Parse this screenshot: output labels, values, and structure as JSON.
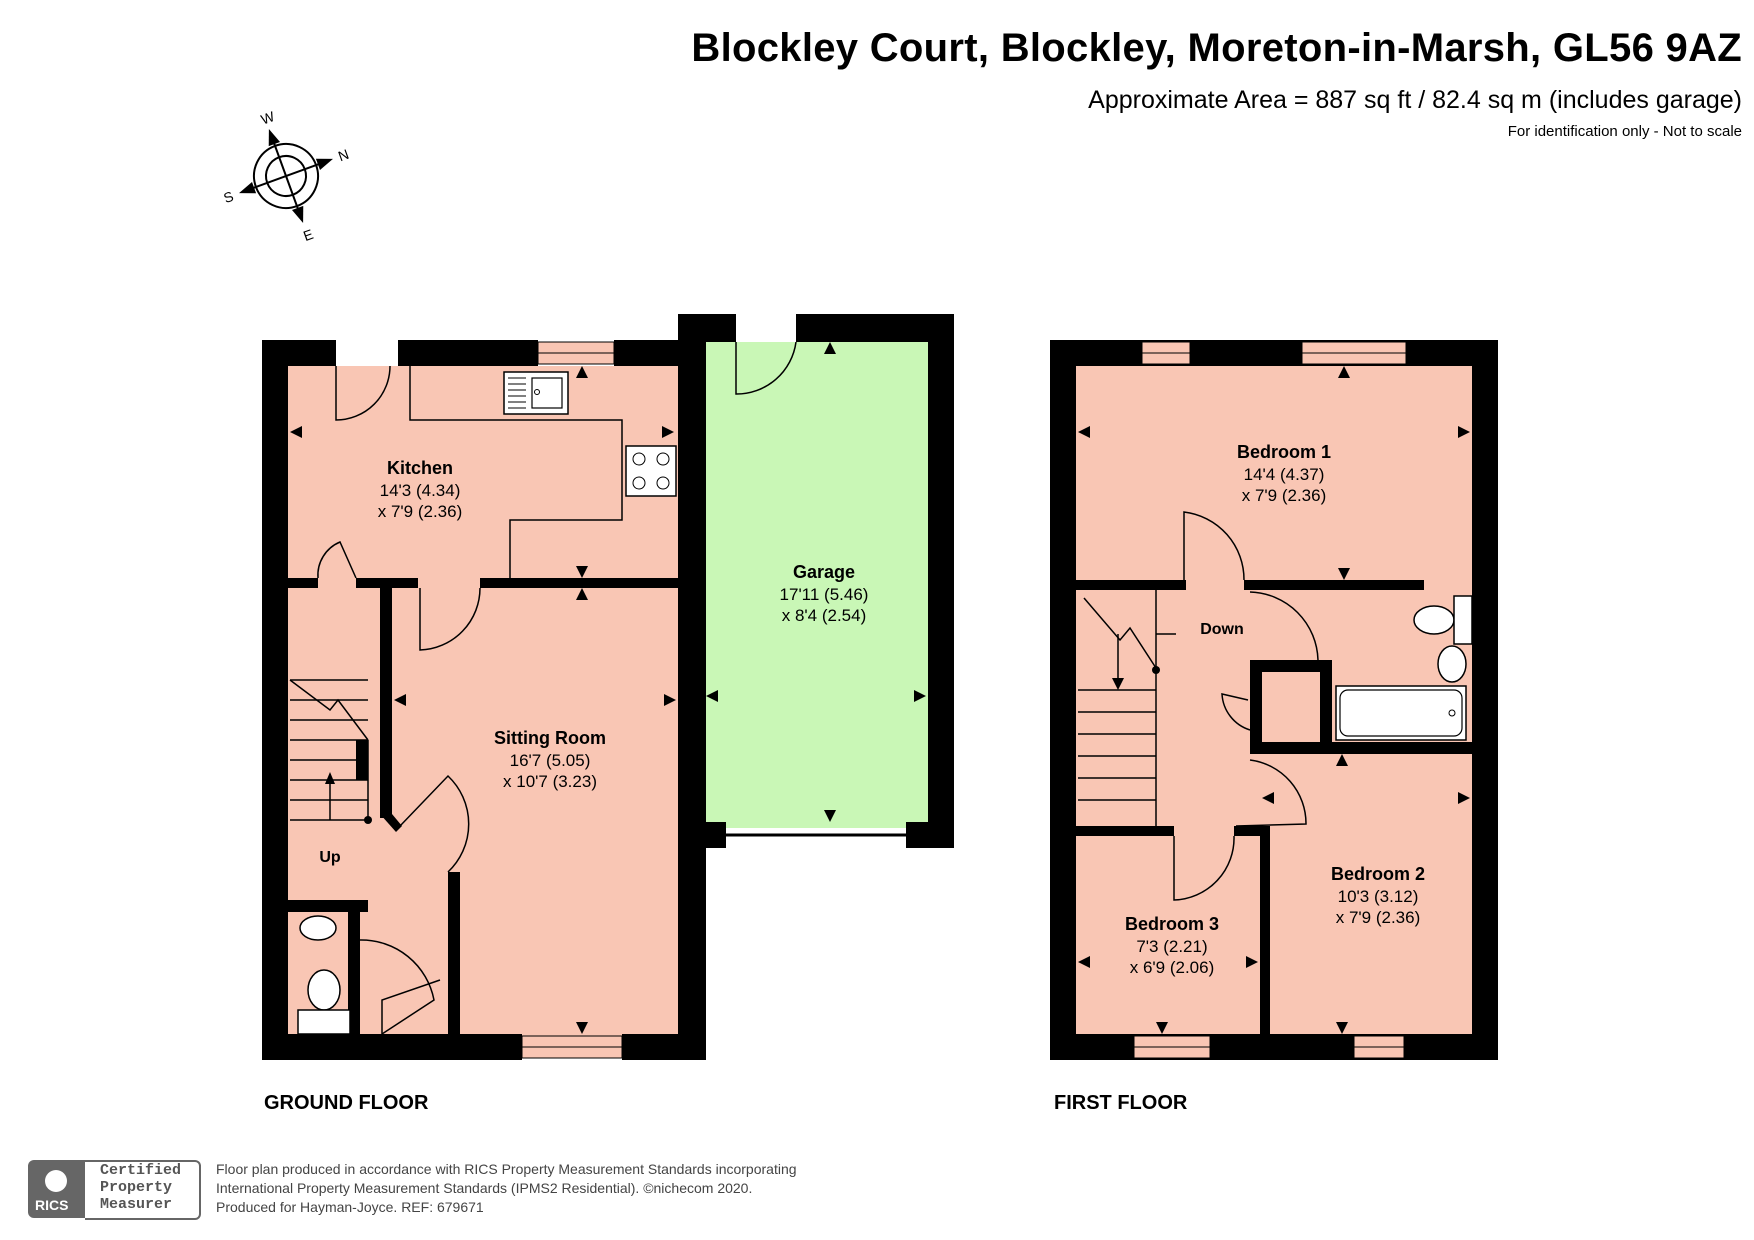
{
  "header": {
    "title": "Blockley Court, Blockley, Moreton-in-Marsh, GL56 9AZ",
    "area": "Approximate Area = 887 sq ft / 82.4 sq m (includes garage)",
    "note": "For identification only - Not to scale"
  },
  "compass": {
    "n": "N",
    "e": "E",
    "s": "S",
    "w": "W"
  },
  "ground_floor": {
    "label": "GROUND FLOOR",
    "kitchen": {
      "name": "Kitchen",
      "dim1": "14'3 (4.34)",
      "dim2": "x 7'9 (2.36)"
    },
    "sitting_room": {
      "name": "Sitting Room",
      "dim1": "16'7 (5.05)",
      "dim2": "x 10'7 (3.23)"
    },
    "garage": {
      "name": "Garage",
      "dim1": "17'11 (5.46)",
      "dim2": "x 8'4 (2.54)"
    },
    "stairs_label": "Up"
  },
  "first_floor": {
    "label": "FIRST FLOOR",
    "bedroom1": {
      "name": "Bedroom 1",
      "dim1": "14'4 (4.37)",
      "dim2": "x 7'9 (2.36)"
    },
    "bedroom2": {
      "name": "Bedroom 2",
      "dim1": "10'3 (3.12)",
      "dim2": "x 7'9 (2.36)"
    },
    "bedroom3": {
      "name": "Bedroom 3",
      "dim1": "7'3 (2.21)",
      "dim2": "x 6'9 (2.06)"
    },
    "stairs_label": "Down"
  },
  "footer": {
    "line1": "Floor plan produced in accordance with RICS Property Measurement Standards incorporating",
    "line2": "International Property Measurement Standards (IPMS2 Residential).  ©nichecom 2020.",
    "line3": "Produced for Hayman-Joyce.   REF: 679671",
    "badge_org": "RICS",
    "badge_line1": "Certified",
    "badge_line2": "Property",
    "badge_line3": "Measurer"
  },
  "colors": {
    "room_fill": "#f9c6b4",
    "garage_fill": "#c9f7b6",
    "wall": "#000000"
  }
}
